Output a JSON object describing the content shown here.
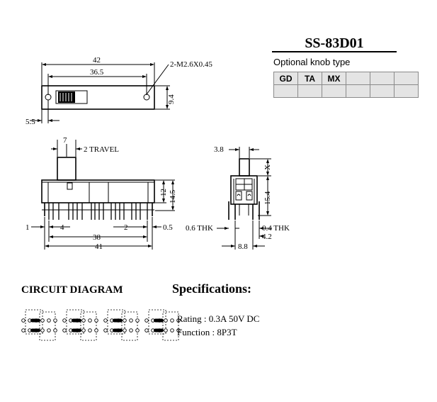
{
  "model": "SS-83D01",
  "knob_options": {
    "label": "Optional knob type",
    "types": [
      "GD",
      "TA",
      "MX",
      "",
      "",
      ""
    ]
  },
  "top_view": {
    "overall": "42",
    "hole_spacing": "36.5",
    "hole_note": "2-M2.6X0.45",
    "height": "9.4",
    "edge_offset": "5.5"
  },
  "front_view": {
    "actuator_width": "7",
    "travel": "2 TRAVEL",
    "body_height": "12",
    "total_height": "14.5",
    "left_margin": "1",
    "pin_pitch_left": "4",
    "pin_pitch_right": "2",
    "right_margin": "0.5",
    "pin_span": "38",
    "overall_length": "41"
  },
  "side_view": {
    "actuator_width": "3.8",
    "actuator_travel": "X",
    "height": "15.4",
    "frame_thk": "0.6 THK",
    "pin_thk": "0.4 THK",
    "pin_offset": "4.2",
    "pin_row_spacing": "8.8"
  },
  "circuit": {
    "title": "CIRCUIT DIAGRAM"
  },
  "specifications": {
    "title": "Specifications:",
    "rating": "Rating : 0.3A 50V DC",
    "function": "Function : 8P3T"
  }
}
